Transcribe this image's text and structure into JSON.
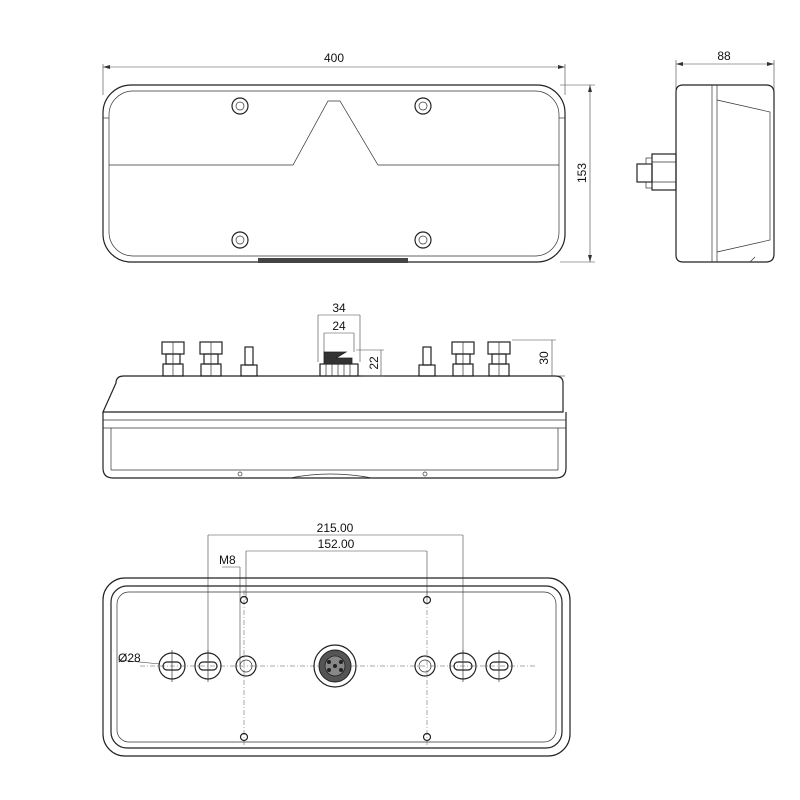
{
  "front_view": {
    "width_label": "400",
    "height_label": "153"
  },
  "side_view": {
    "depth_label": "88"
  },
  "top_view": {
    "connector_outer_label": "34",
    "connector_inner_label": "24",
    "connector_height_label": "22",
    "stud_height_label": "30"
  },
  "back_view": {
    "outer_spacing_label": "215.00",
    "inner_spacing_label": "152.00",
    "thread_label": "M8",
    "gland_diameter_label": "Ø28"
  }
}
